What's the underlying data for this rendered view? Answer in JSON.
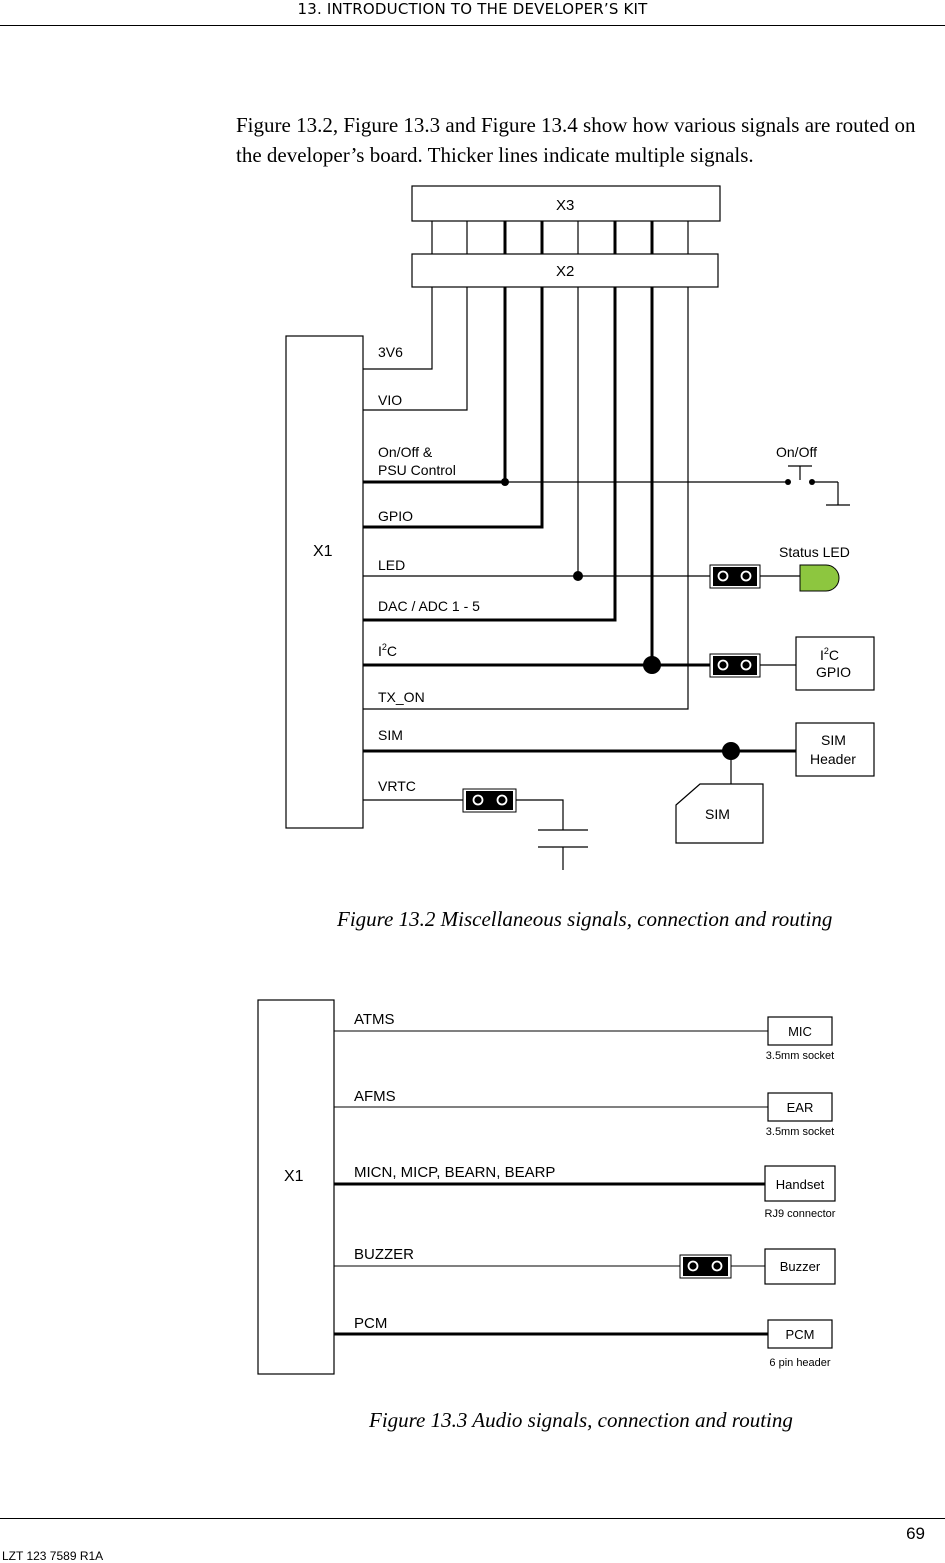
{
  "header": {
    "chapter_title": "13. INTRODUCTION TO THE DEVELOPER’S KIT"
  },
  "intro": {
    "text": "Figure 13.2, Figure 13.3 and Figure 13.4 show how various signals are routed on the developer’s board. Thicker lines indicate multiple signals."
  },
  "figure_1": {
    "caption": "Figure 13.2  Miscellaneous signals, connection and routing",
    "connectors": {
      "x3": "X3",
      "x2": "X2",
      "x1": "X1"
    },
    "signals": {
      "s3v6": "3V6",
      "vio": "VIO",
      "onoff_psu_1": "On/Off &",
      "onoff_psu_2": "PSU Control",
      "gpio": "GPIO",
      "led": "LED",
      "dac_adc": "DAC / ADC 1 - 5",
      "i2c_main": "I",
      "i2c_sup": "2",
      "i2c_tail": "C",
      "tx_on": "TX_ON",
      "sim": "SIM",
      "vrtc": "VRTC"
    },
    "peripherals": {
      "on_off": "On/Off",
      "status_led": "Status LED",
      "i2c_gpio_main": "I",
      "i2c_gpio_sup": "2",
      "i2c_gpio_tail": "C",
      "i2c_gpio_line2": "GPIO",
      "sim_header_1": "SIM",
      "sim_header_2": "Header",
      "sim_card": "SIM"
    }
  },
  "figure_2": {
    "caption": "Figure 13.3  Audio signals, connection and routing",
    "connector": "X1",
    "signals": {
      "atms": "ATMS",
      "afms": "AFMS",
      "mic_bear": "MICN, MICP, BEARN, BEARP",
      "buzzer": "BUZZER",
      "pcm": "PCM"
    },
    "peripherals": {
      "mic": "MIC",
      "mic_sub": "3.5mm socket",
      "ear": "EAR",
      "ear_sub": "3.5mm socket",
      "handset": "Handset",
      "handset_sub": "RJ9 connector",
      "buzzer": "Buzzer",
      "pcm": "PCM",
      "pcm_sub": "6 pin header"
    }
  },
  "footer": {
    "page_number": "69",
    "doc_id": "LZT 123 7589 R1A"
  }
}
